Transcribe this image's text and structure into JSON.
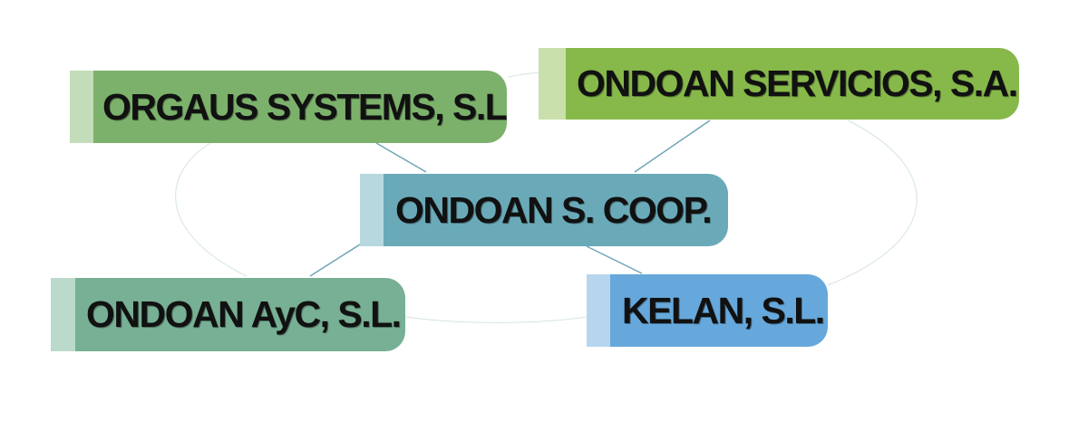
{
  "nodes": {
    "orgaus": {
      "label": "ORGAUS SYSTEMS, S.L.",
      "color": "#7cb16c",
      "tab_color": "#c3dcba"
    },
    "servicios": {
      "label": "ONDOAN SERVICIOS, S.A.",
      "color": "#86b84a",
      "tab_color": "#c9dfac"
    },
    "coop": {
      "label": "ONDOAN S. COOP.",
      "color": "#6aaab8",
      "tab_color": "#b6d8de"
    },
    "ayc": {
      "label": "ONDOAN AyC, S.L.",
      "color": "#77b094",
      "tab_color": "#bcdacb"
    },
    "kelan": {
      "label": "KELAN, S.L.",
      "color": "#66a8db",
      "tab_color": "#b7d6ee"
    }
  },
  "connector_color": "#6ea5b7",
  "ring_color": "#d4e5e0"
}
